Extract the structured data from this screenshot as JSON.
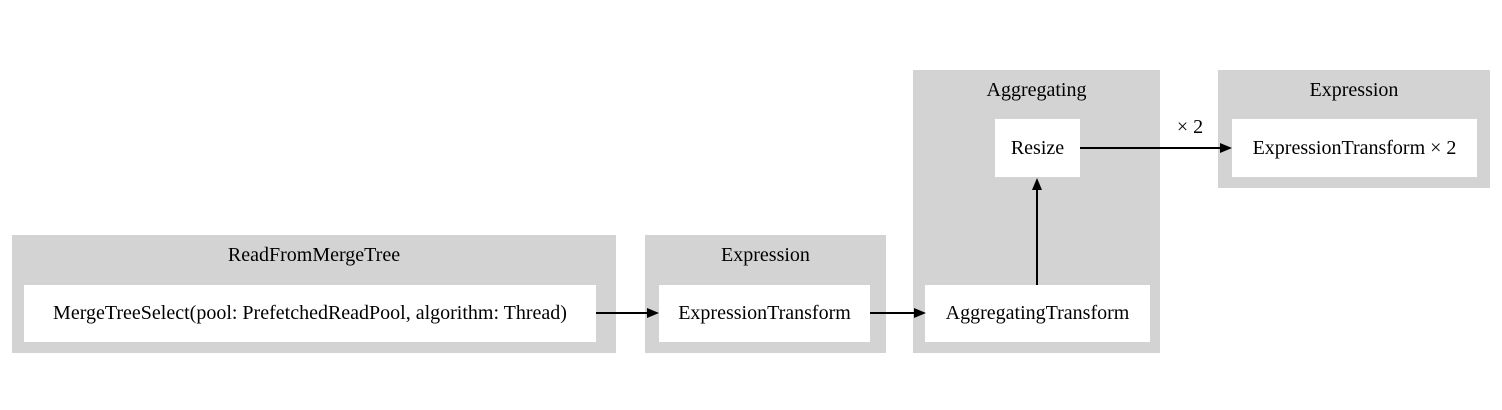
{
  "diagram": {
    "type": "query-pipeline-graph",
    "colors": {
      "background": "#ffffff",
      "cluster_fill": "#d3d3d3",
      "node_fill": "#ffffff",
      "edge": "#000000",
      "text": "#000000"
    },
    "clusters": [
      {
        "title": "ReadFromMergeTree"
      },
      {
        "title": "Expression"
      },
      {
        "title": "Aggregating"
      },
      {
        "title": "Expression"
      }
    ],
    "nodes": [
      {
        "label": "MergeTreeSelect(pool: PrefetchedReadPool, algorithm: Thread)",
        "cluster": "ReadFromMergeTree"
      },
      {
        "label": "ExpressionTransform",
        "cluster": "Expression"
      },
      {
        "label": "Resize",
        "cluster": "Aggregating"
      },
      {
        "label": "AggregatingTransform",
        "cluster": "Aggregating"
      },
      {
        "label": "ExpressionTransform × 2",
        "cluster": "Expression"
      }
    ],
    "edges": [
      {
        "from": "MergeTreeSelect(pool: PrefetchedReadPool, algorithm: Thread)",
        "to": "ExpressionTransform",
        "label": ""
      },
      {
        "from": "ExpressionTransform",
        "to": "AggregatingTransform",
        "label": ""
      },
      {
        "from": "AggregatingTransform",
        "to": "Resize",
        "label": ""
      },
      {
        "from": "Resize",
        "to": "ExpressionTransform × 2",
        "label": "× 2"
      }
    ]
  }
}
